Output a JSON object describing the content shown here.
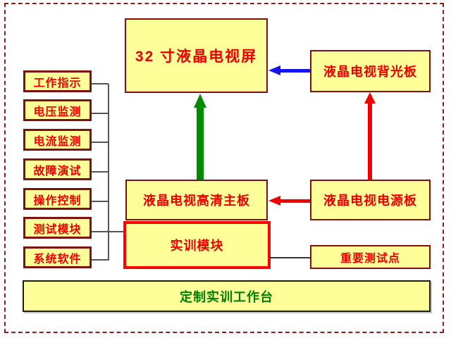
{
  "diagram": {
    "nodes": {
      "screen": "32 寸液晶电视屏",
      "backlight": "液晶电视背光板",
      "mainboard": "液晶电视高清主板",
      "power_board": "液晶电视电源板",
      "training_module": "实训模块",
      "test_points": "重要测试点",
      "workbench": "定制实训工作台"
    },
    "left_items": [
      "工作指示",
      "电压监测",
      "电流监测",
      "故障演试",
      "操作控制",
      "测试模块",
      "系统软件"
    ],
    "edges": [
      {
        "from": "mainboard",
        "to": "screen",
        "color": "#008a00",
        "direction": "up"
      },
      {
        "from": "backlight",
        "to": "screen",
        "color": "#1414f0",
        "direction": "left"
      },
      {
        "from": "power_board",
        "to": "backlight",
        "color": "#ee0000",
        "direction": "up"
      },
      {
        "from": "power_board",
        "to": "mainboard",
        "color": "#ee0000",
        "direction": "left"
      },
      {
        "from": "left_items",
        "to": "training_module",
        "color": "#555555",
        "direction": "bus"
      },
      {
        "from": "training_module",
        "to": "test_points",
        "color": "#333333",
        "direction": "line"
      }
    ],
    "colors": {
      "node_fill": "#ffff99",
      "node_border": "#7e1010",
      "node_text": "#ee0000",
      "workbench_text": "#008000",
      "workbench_border": "#1a1a1a",
      "highlight_border": "#ff0000",
      "arrow_green": "#008a00",
      "arrow_blue": "#1414f0",
      "arrow_red": "#ee0000",
      "connector_line": "#555555",
      "outer_frame_dashed": "#8b1f1f"
    }
  }
}
